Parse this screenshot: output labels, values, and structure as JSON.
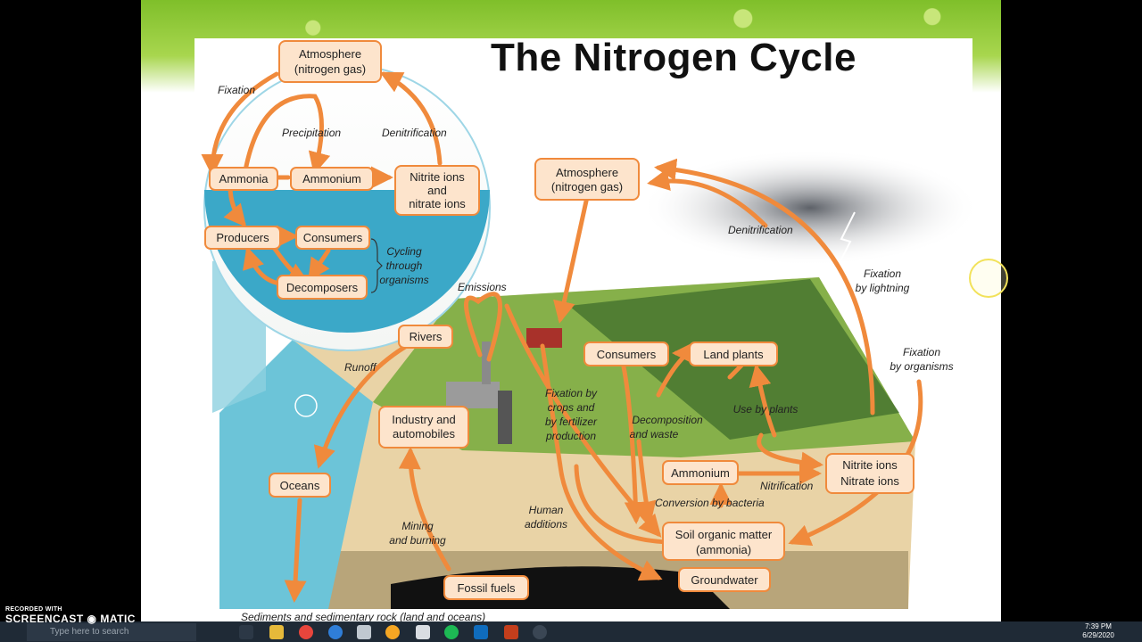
{
  "slide": {
    "title": "The Nitrogen Cycle"
  },
  "aquatic": {
    "atmosphere": [
      "Atmosphere",
      "(nitrogen gas)"
    ],
    "fixation": "Fixation",
    "precipitation": "Precipitation",
    "denitrification": "Denitrification",
    "ammonia": "Ammonia",
    "ammonium": "Ammonium",
    "nitrite": [
      "Nitrite ions",
      "and",
      "nitrate ions"
    ],
    "producers": "Producers",
    "consumers": "Consumers",
    "decomposers": "Decomposers",
    "cycling": [
      "Cycling",
      "through",
      "organisms"
    ]
  },
  "terrestrial": {
    "atmosphere": [
      "Atmosphere",
      "(nitrogen gas)"
    ],
    "denitrification": "Denitrification",
    "fixation_lightning": [
      "Fixation",
      "by lightning"
    ],
    "fixation_organisms": [
      "Fixation",
      "by organisms"
    ],
    "emissions": "Emissions",
    "rivers": "Rivers",
    "runoff": "Runoff",
    "consumers": "Consumers",
    "land_plants": "Land plants",
    "fixation_crops": [
      "Fixation by",
      "crops and",
      "by fertilizer",
      "production"
    ],
    "decomposition": [
      "Decomposition",
      "and waste"
    ],
    "use_by_plants": "Use by plants",
    "industry": [
      "Industry and",
      "automobiles"
    ],
    "ammonium": "Ammonium",
    "nitrite_ions": "Nitrite ions",
    "nitrate_ions": "Nitrate ions",
    "nitrification": "Nitrification",
    "conversion": "Conversion by bacteria",
    "oceans": "Oceans",
    "human_additions": [
      "Human",
      "additions"
    ],
    "mining": [
      "Mining",
      "and burning"
    ],
    "soil": [
      "Soil organic matter",
      "(ammonia)"
    ],
    "groundwater": "Groundwater",
    "fossil_fuels": "Fossil fuels",
    "sediments": "Sediments and sedimentary rock (land and oceans)"
  },
  "taskbar": {
    "watermark_top": "RECORDED WITH",
    "watermark_bottom": "SCREENCAST",
    "watermark_suffix": "MATIC",
    "search_placeholder": "Type here to search",
    "time": "7:39 PM",
    "date": "6/29/2020"
  },
  "colors": {
    "arrow": "#f08a3c",
    "box_fill": "#fde4cc",
    "box_stroke": "#f08a3c",
    "water": "#5fbfd6",
    "grass": "#86b04a",
    "soil": "#e9d3a6"
  }
}
